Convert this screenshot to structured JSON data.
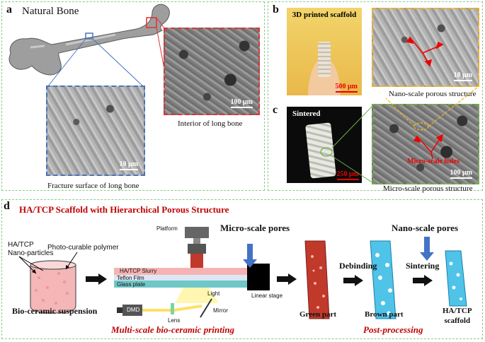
{
  "panel_a": {
    "letter": "a",
    "title": "Natural Bone",
    "fracture_caption": "Fracture surface of long bone",
    "interior_caption": "Interior of long bone",
    "scale_fracture": "10 μm",
    "scale_interior": "100 μm"
  },
  "panel_b": {
    "letter": "b",
    "photo_title": "3D printed scaffold",
    "photo_scale": "500 μm",
    "sem_scale": "10 μm",
    "caption": "Nano-scale porous structure"
  },
  "panel_c": {
    "letter": "c",
    "photo_title": "Sintered",
    "photo_scale": "250 μm",
    "sem_scale": "100 μm",
    "holes_label": "Micro-scale holes",
    "caption": "Micro-scale porous structure"
  },
  "panel_d": {
    "letter": "d",
    "title": "HA/TCP Scaffold with Hierarchical Porous Structure",
    "ha_tcp_label": "HA/TCP\nNano-particles",
    "polymer_label": "Photo-curable polymer",
    "suspension_caption": "Bio-ceramic suspension",
    "platform": "Platform",
    "slurry": "HA/TCP Slurry",
    "teflon": "Teflon Film",
    "glass": "Glass plate",
    "light": "Light",
    "dmd": "DMD",
    "lens": "Lens",
    "mirror": "Mirror",
    "linear_stage": "Linear stage",
    "micro_pores": "Micro-scale pores",
    "nano_pores": "Nano-scale pores",
    "debinding": "Debinding",
    "sintering": "Sintering",
    "green_part": "Green part",
    "brown_part": "Brown part",
    "final": "HA/TCP\nscaffold",
    "printing_caption": "Multi-scale bio-ceramic printing",
    "post_caption": "Post-processing"
  },
  "colors": {
    "panel_border": "#8cc98c",
    "red_title": "#c00000",
    "fracture_border": "#4472c4",
    "interior_border": "#e03030",
    "nano_border": "#f0b020",
    "micro_border": "#70ad47",
    "arrow_blue": "#4472c4",
    "green_part": "#c0392b",
    "brown_part": "#4fc3e8"
  }
}
